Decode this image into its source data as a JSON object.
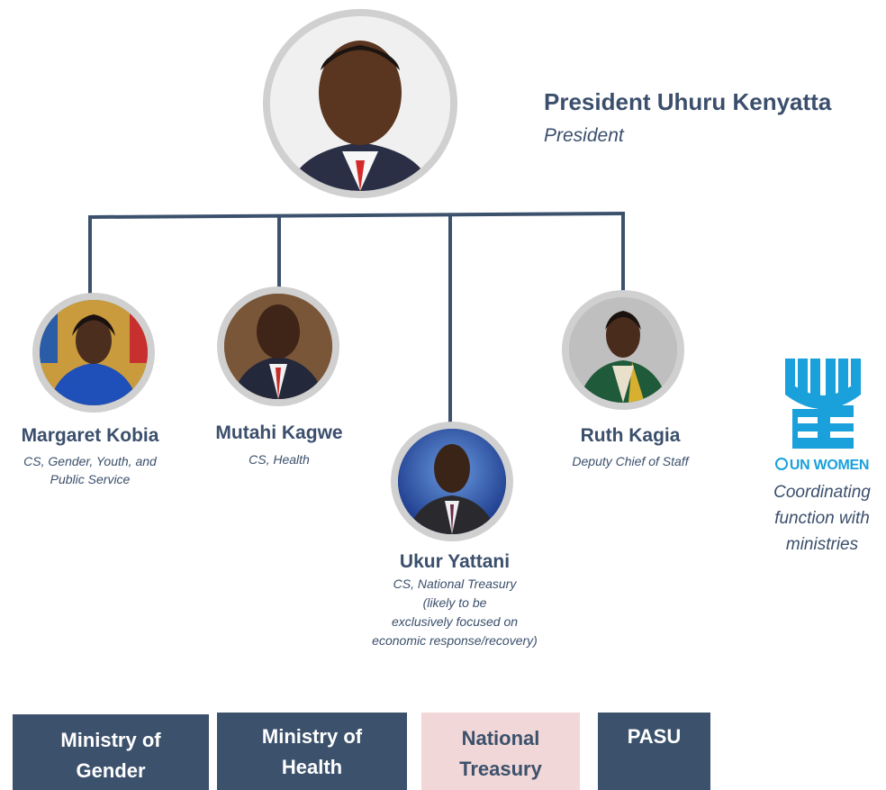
{
  "president": {
    "name": "President Uhuru Kenyatta",
    "role": "President"
  },
  "ministers": [
    {
      "name": "Margaret Kobia",
      "role_lines": [
        "CS, Gender, Youth, and",
        "Public Service"
      ]
    },
    {
      "name": "Mutahi Kagwe",
      "role_lines": [
        "CS, Health"
      ]
    },
    {
      "name": "Ukur Yattani",
      "role_lines": [
        "CS, National Treasury",
        "(likely to be",
        "exclusively focused on",
        "economic response/recovery)"
      ]
    },
    {
      "name": "Ruth Kagia",
      "role_lines": [
        "Deputy Chief of Staff"
      ]
    }
  ],
  "un_women": {
    "logo_text": "UN WOMEN",
    "description_lines": [
      "Coordinating",
      "function with",
      "ministries"
    ]
  },
  "boxes": [
    {
      "lines": [
        "Ministry of",
        "Gender"
      ]
    },
    {
      "lines": [
        "Ministry of",
        "Health"
      ]
    },
    {
      "lines": [
        "National",
        "Treasury"
      ]
    },
    {
      "lines": [
        "PASU"
      ]
    }
  ],
  "colors": {
    "line": "#3c516c",
    "box_dark": "#3c516c",
    "box_highlight": "#f1d7d7",
    "un_women_blue": "#1aa0db"
  },
  "icons": {
    "un_emblem": "un-emblem-icon",
    "un_women_logo": "un-women-logo-icon"
  }
}
